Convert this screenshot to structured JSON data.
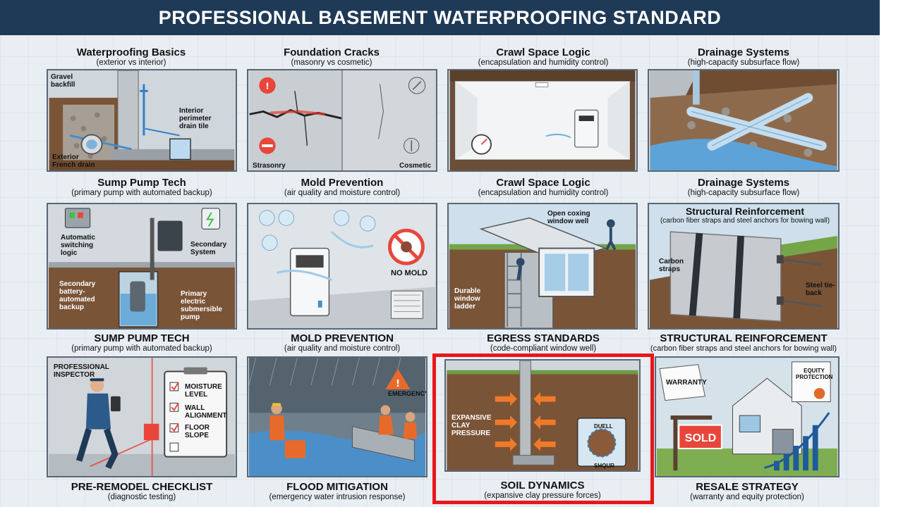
{
  "banner": {
    "title": "PROFESSIONAL BASEMENT WATERPROOFING STANDARD"
  },
  "captions": {
    "r1c1": {
      "title": "Waterproofing Basics",
      "subtitle": "(exterior vs interior)"
    },
    "r1c2": {
      "title": "Foundation Cracks",
      "subtitle": "(masonry vs cosmetic)"
    },
    "r1c3": {
      "title": "Crawl Space Logic",
      "subtitle": "(encapsulation and humidity control)"
    },
    "r1c4": {
      "title": "Drainage Systems",
      "subtitle": "(high-capacity subsurface flow)"
    },
    "r2c1": {
      "title": "Sump Pump Tech",
      "subtitle": "(primary pump with automated backup)"
    },
    "r2c2": {
      "title": "Mold Prevention",
      "subtitle": "(air quality and moisture control)"
    },
    "r2c3": {
      "title": "Crawl Space Logic",
      "subtitle": "(encapsulation and humidity control)"
    },
    "r2c4": {
      "title": "Drainage Systems",
      "subtitle": "(high-capacity subsurface flow)"
    },
    "r3c1": {
      "title": "SUMP PUMP TECH",
      "subtitle": "(primary pump with automated backup)"
    },
    "r3c2": {
      "title": "MOLD PREVENTION",
      "subtitle": "(air quality and moisture control)"
    },
    "r3c3": {
      "title": "EGRESS STANDARDS",
      "subtitle": "(code-compliant window well)"
    },
    "r3c4": {
      "title": "STRUCTURAL REINFORCEMENT",
      "subtitle": "(carbon fiber straps and steel anchors for bowing wall)"
    },
    "r4c1": {
      "title": "PRE-REMODEL CHECKLIST",
      "subtitle": "(diagnostic testing)"
    },
    "r4c2": {
      "title": "FLOOD MITIGATION",
      "subtitle": "(emergency water intrusion response)"
    },
    "r4c3": {
      "title": "SOIL DYNAMICS",
      "subtitle": "(expansive clay pressure forces)"
    },
    "r4c4": {
      "title": "RESALE STRATEGY",
      "subtitle": "(warranty and equity protection)"
    }
  },
  "structural_inset": {
    "title": "Structural Reinforcement",
    "subtitle": "(carbon fiber straps and steel anchors for bowing wall)"
  },
  "labels": {
    "gravel_backfill": "Gravel backfill",
    "interior_drain": "Interior perimeter drain tile",
    "exterior_drain": "Exterior French drain",
    "strasonry": "Strasonry",
    "cosmetic": "Cosmetic",
    "auto_switching": "Automatic switching logic",
    "secondary_system": "Secondary System",
    "secondary_backup": "Secondary battery-automated backup",
    "primary_pump": "Primary electric submersible pump",
    "no_mold": "NO MOLD",
    "open_window_well": "Open coxing window well",
    "durable_ladder": "Durable window ladder",
    "carbon_straps": "Carbon straps",
    "steel_tieback": "Steel tie-back",
    "inspector": "PROFESSIONAL INSPECTOR",
    "check_moisture": "MOISTURE LEVEL",
    "check_wall": "WALL ALIGNMENT",
    "check_floor": "FLOOR SLOPE",
    "emergency": "EMERGENCY",
    "expansive_clay": "EXPANSIVE CLAY PRESSURE",
    "duell": "DUELL",
    "shqur": "SHQUR",
    "warranty": "WARRANTY",
    "equity_protection": "EQUITY PROTECTION",
    "sold": "SOLD"
  },
  "colors": {
    "banner": "#1f3a56",
    "highlight": "#e8171a",
    "soil": "#7a5437",
    "water": "#4c9ad6"
  }
}
